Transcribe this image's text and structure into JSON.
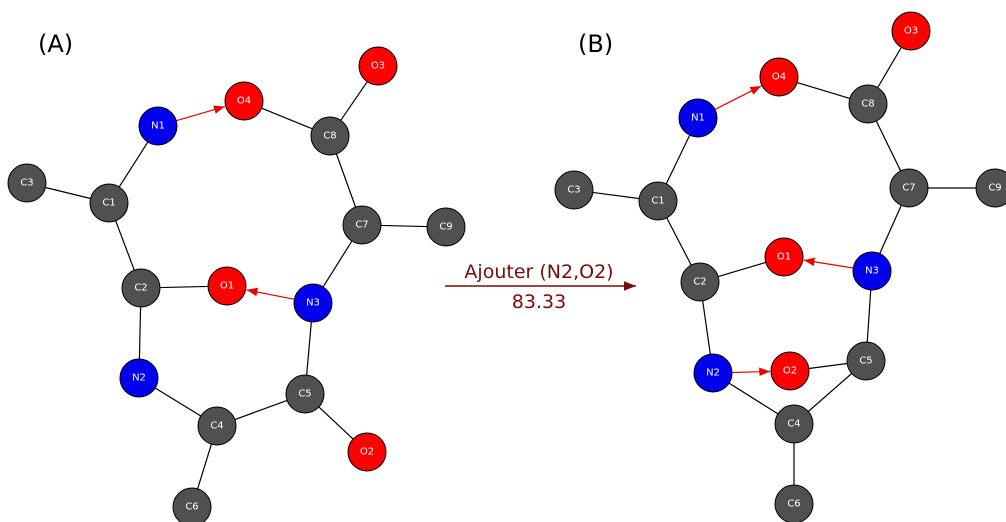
{
  "colors": {
    "carbon": "#505050",
    "nitrogen": "#0000ee",
    "oxygen": "#ff0000",
    "bond": "#000000",
    "hbond": "#ee0000",
    "operation": "#7a0a0a"
  },
  "panels": [
    {
      "label": "(A)",
      "nodes": [
        {
          "id": "C3",
          "element": "carbon"
        },
        {
          "id": "C1",
          "element": "carbon"
        },
        {
          "id": "N1",
          "element": "nitrogen"
        },
        {
          "id": "O4",
          "element": "oxygen"
        },
        {
          "id": "C8",
          "element": "carbon"
        },
        {
          "id": "O3",
          "element": "oxygen"
        },
        {
          "id": "C7",
          "element": "carbon"
        },
        {
          "id": "C9",
          "element": "carbon"
        },
        {
          "id": "C2",
          "element": "carbon"
        },
        {
          "id": "O1",
          "element": "oxygen"
        },
        {
          "id": "N3",
          "element": "nitrogen"
        },
        {
          "id": "N2",
          "element": "nitrogen"
        },
        {
          "id": "C5",
          "element": "carbon"
        },
        {
          "id": "C4",
          "element": "carbon"
        },
        {
          "id": "O2",
          "element": "oxygen"
        },
        {
          "id": "C6",
          "element": "carbon"
        }
      ],
      "edges": [
        {
          "from": "C3",
          "to": "C1",
          "type": "bond"
        },
        {
          "from": "C1",
          "to": "N1",
          "type": "bond"
        },
        {
          "from": "C1",
          "to": "C2",
          "type": "bond"
        },
        {
          "from": "N1",
          "to": "O4",
          "type": "hbond"
        },
        {
          "from": "O4",
          "to": "C8",
          "type": "bond"
        },
        {
          "from": "C8",
          "to": "O3",
          "type": "bond"
        },
        {
          "from": "C8",
          "to": "C7",
          "type": "bond"
        },
        {
          "from": "C7",
          "to": "C9",
          "type": "bond"
        },
        {
          "from": "C7",
          "to": "N3",
          "type": "bond"
        },
        {
          "from": "C2",
          "to": "O1",
          "type": "bond"
        },
        {
          "from": "N3",
          "to": "O1",
          "type": "hbond"
        },
        {
          "from": "C2",
          "to": "N2",
          "type": "bond"
        },
        {
          "from": "N3",
          "to": "C5",
          "type": "bond"
        },
        {
          "from": "N2",
          "to": "C4",
          "type": "bond"
        },
        {
          "from": "C4",
          "to": "C5",
          "type": "bond"
        },
        {
          "from": "C5",
          "to": "O2",
          "type": "bond"
        },
        {
          "from": "C4",
          "to": "C6",
          "type": "bond"
        }
      ]
    },
    {
      "label": "(B)",
      "nodes": [
        {
          "id": "O3",
          "element": "oxygen"
        },
        {
          "id": "O4",
          "element": "oxygen"
        },
        {
          "id": "C8",
          "element": "carbon"
        },
        {
          "id": "N1",
          "element": "nitrogen"
        },
        {
          "id": "C3",
          "element": "carbon"
        },
        {
          "id": "C1",
          "element": "carbon"
        },
        {
          "id": "C7",
          "element": "carbon"
        },
        {
          "id": "C9",
          "element": "carbon"
        },
        {
          "id": "O1",
          "element": "oxygen"
        },
        {
          "id": "N3",
          "element": "nitrogen"
        },
        {
          "id": "C2",
          "element": "carbon"
        },
        {
          "id": "C5",
          "element": "carbon"
        },
        {
          "id": "N2",
          "element": "nitrogen"
        },
        {
          "id": "O2",
          "element": "oxygen"
        },
        {
          "id": "C4",
          "element": "carbon"
        },
        {
          "id": "C6",
          "element": "carbon"
        }
      ],
      "edges": [
        {
          "from": "C8",
          "to": "O3",
          "type": "bond"
        },
        {
          "from": "O4",
          "to": "C8",
          "type": "bond"
        },
        {
          "from": "N1",
          "to": "O4",
          "type": "hbond"
        },
        {
          "from": "C1",
          "to": "N1",
          "type": "bond"
        },
        {
          "from": "C3",
          "to": "C1",
          "type": "bond"
        },
        {
          "from": "C1",
          "to": "C2",
          "type": "bond"
        },
        {
          "from": "C8",
          "to": "C7",
          "type": "bond"
        },
        {
          "from": "C7",
          "to": "C9",
          "type": "bond"
        },
        {
          "from": "C7",
          "to": "N3",
          "type": "bond"
        },
        {
          "from": "C2",
          "to": "O1",
          "type": "bond"
        },
        {
          "from": "N3",
          "to": "O1",
          "type": "hbond"
        },
        {
          "from": "N3",
          "to": "C5",
          "type": "bond"
        },
        {
          "from": "C2",
          "to": "N2",
          "type": "bond"
        },
        {
          "from": "N2",
          "to": "O2",
          "type": "hbond"
        },
        {
          "from": "O2",
          "to": "C5",
          "type": "bond"
        },
        {
          "from": "N2",
          "to": "C4",
          "type": "bond"
        },
        {
          "from": "C5",
          "to": "C4",
          "type": "bond"
        },
        {
          "from": "C4",
          "to": "C6",
          "type": "bond"
        }
      ]
    }
  ],
  "operation": {
    "action": "Ajouter (N2,O2)",
    "score": "83.33"
  }
}
